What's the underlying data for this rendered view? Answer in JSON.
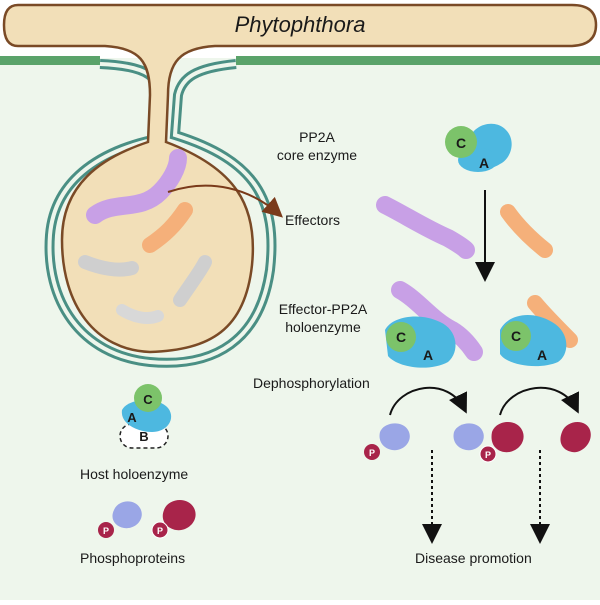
{
  "diagram": {
    "title": "Phytophthora",
    "core_enzyme_label": "PP2A\ncore enzyme",
    "effectors_label": "Effectors",
    "holoenzyme_label": "Effector-PP2A\nholoenzyme",
    "dephosphorylation_label": "Dephosphorylation",
    "host_holoenzyme_label": "Host holoenzyme",
    "phosphoproteins_label": "Phosphoproteins",
    "disease_label": "Disease promotion",
    "subunit_a": "A",
    "subunit_b": "B",
    "subunit_c": "C",
    "phospho_mark": "P"
  },
  "colors": {
    "background": "#eef6ec",
    "pathogen": "#f2dfb8",
    "pathogen_outline": "#7a4a26",
    "membrane": "#5aa36a",
    "membrane_inner": "#4a8f84",
    "subunit_a": "#4db8e0",
    "subunit_c": "#7cc36a",
    "effector_lilac": "#c8a0e6",
    "effector_orange": "#f5b07a",
    "phosphoprotein_blue": "#9aa6e6",
    "phosphoprotein_red": "#a8244a"
  }
}
